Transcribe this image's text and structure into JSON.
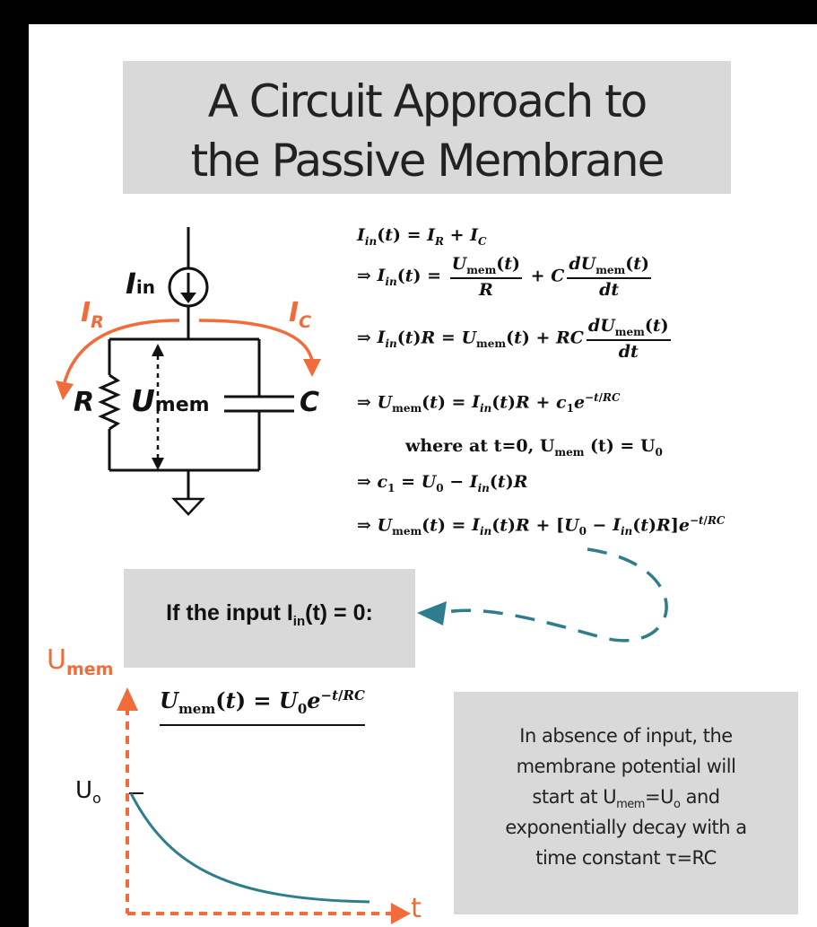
{
  "title": {
    "line1": "A Circuit Approach to",
    "line2": "the Passive Membrane"
  },
  "circuit": {
    "source_label_main": "I",
    "source_label_sub": "in",
    "current_r_main": "I",
    "current_r_sub": "R",
    "current_c_main": "I",
    "current_c_sub": "C",
    "resistor_label": "R",
    "voltage_label_main": "U",
    "voltage_label_sub": "mem",
    "capacitor_label": "C"
  },
  "equations": {
    "where_line": "where at t=0, U",
    "where_line_sub": "mem",
    "where_line_tail": "(t) = U",
    "where_line_tail_sub": "0"
  },
  "condition": {
    "prefix": "If the input I",
    "sub": "in",
    "suffix": "(t) = 0:"
  },
  "graph": {
    "y_axis_main": "U",
    "y_axis_sub": "mem",
    "x_axis": "t",
    "start_main": "U",
    "start_sub": "o"
  },
  "note": {
    "line1": "In absence of input, the",
    "line2": "membrane potential will",
    "line3_a": "start at U",
    "line3_sub1": "mem",
    "line3_b": "=U",
    "line3_sub2": "o",
    "line3_c": " and",
    "line4": "exponentially decay with a",
    "line5": "time constant τ=RC"
  },
  "colors": {
    "accent_orange": "#f26b3a",
    "teal": "#2e7d8f",
    "box_gray": "#d9d9d9",
    "frame": "#000000"
  }
}
